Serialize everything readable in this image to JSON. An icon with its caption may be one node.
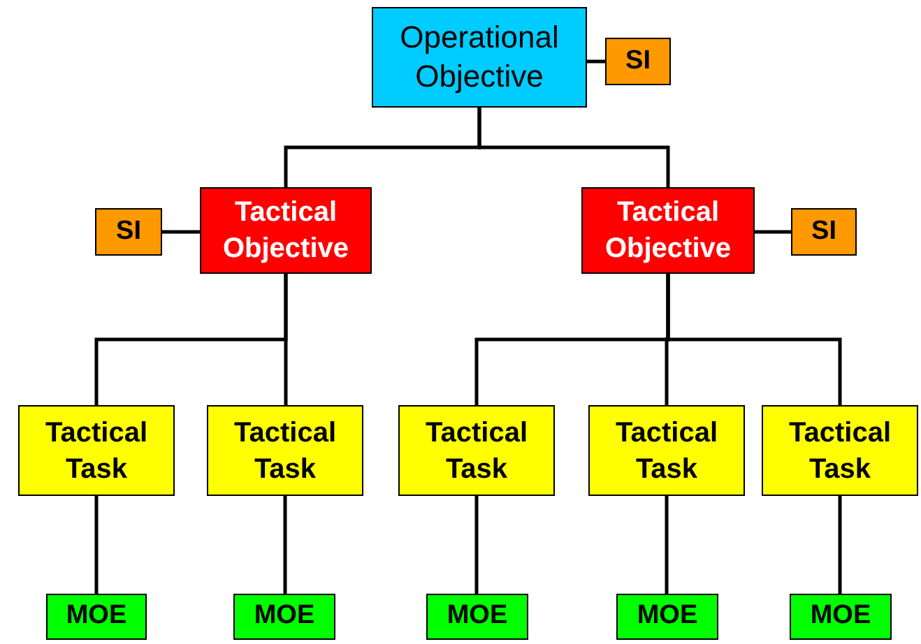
{
  "diagram": {
    "nodes": [
      {
        "text": [
          "Operational Objective"
        ]
      },
      {
        "text": [
          "SI"
        ]
      },
      {
        "text": [
          "SI"
        ]
      },
      {
        "text": [
          "Tactical Objective"
        ]
      },
      {
        "text": [
          "Tactical Objective"
        ]
      },
      {
        "text": [
          "SI"
        ]
      },
      {
        "text": [
          "Tactical Task"
        ]
      },
      {
        "text": [
          "Tactical Task"
        ]
      },
      {
        "text": [
          "Tactical Task"
        ]
      },
      {
        "text": [
          "Tactical Task"
        ]
      },
      {
        "text": [
          "Tactical Task"
        ]
      },
      {
        "text": [
          "MOE"
        ]
      },
      {
        "text": [
          "MOE"
        ]
      },
      {
        "text": [
          "MOE"
        ]
      },
      {
        "text": [
          "MOE"
        ]
      },
      {
        "text": [
          "MOE"
        ]
      }
    ],
    "edges": [
      {
        "from": 0,
        "to": 1,
        "arrow": "none"
      },
      {
        "from": 0,
        "to": 3,
        "arrow": "none"
      },
      {
        "from": 0,
        "to": 4,
        "arrow": "none"
      },
      {
        "from": 3,
        "to": 2,
        "arrow": "none"
      },
      {
        "from": 4,
        "to": 5,
        "arrow": "none"
      },
      {
        "from": 3,
        "to": 6,
        "arrow": "none"
      },
      {
        "from": 3,
        "to": 7,
        "arrow": "none"
      },
      {
        "from": 4,
        "to": 8,
        "arrow": "none"
      },
      {
        "from": 4,
        "to": 9,
        "arrow": "none"
      },
      {
        "from": 4,
        "to": 10,
        "arrow": "none"
      },
      {
        "from": 6,
        "to": 11,
        "arrow": "none"
      },
      {
        "from": 7,
        "to": 12,
        "arrow": "none"
      },
      {
        "from": 8,
        "to": 13,
        "arrow": "none"
      },
      {
        "from": 9,
        "to": 14,
        "arrow": "none"
      },
      {
        "from": 10,
        "to": 15,
        "arrow": "none"
      }
    ]
  }
}
